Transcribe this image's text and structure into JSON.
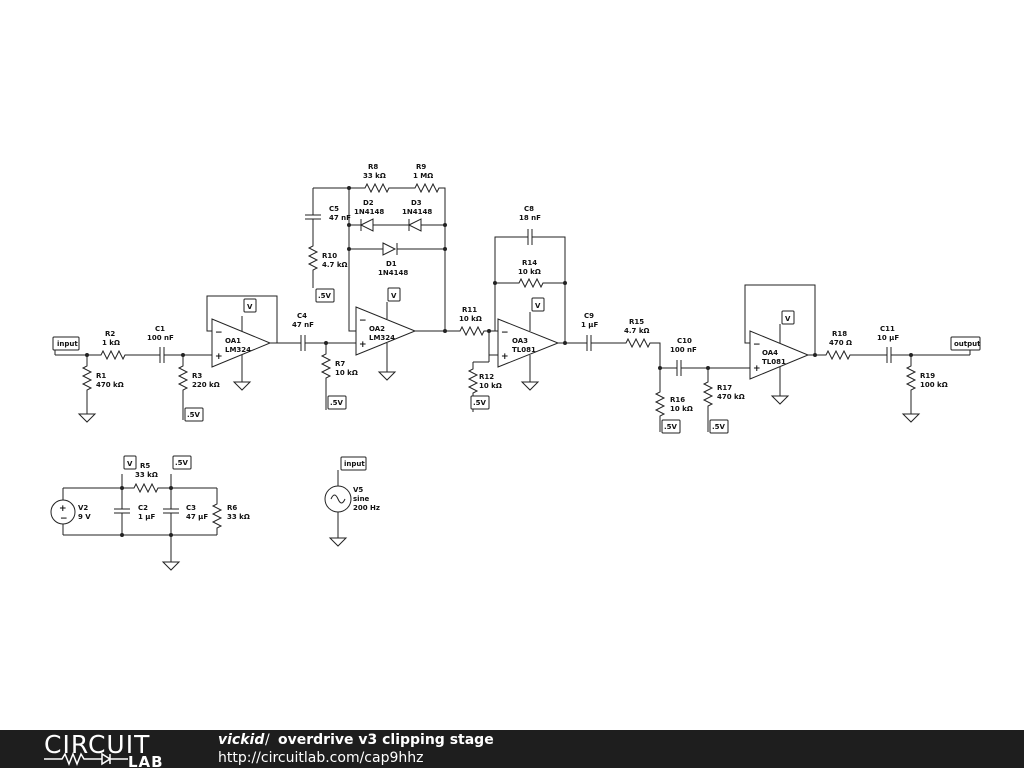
{
  "footer": {
    "logo_top": "CIRCUIT",
    "logo_bottom": "LAB",
    "author": "vickid",
    "separator": "/",
    "title": "overdrive v3 clipping stage",
    "url": "http://circuitlab.com/cap9hhz"
  },
  "flags": {
    "input": "input",
    "output": "output",
    "v": "V",
    "half_v": ".5V"
  },
  "components": {
    "R1": {
      "name": "R1",
      "value": "470 kΩ"
    },
    "R2": {
      "name": "R2",
      "value": "1 kΩ"
    },
    "R3": {
      "name": "R3",
      "value": "220 kΩ"
    },
    "R5": {
      "name": "R5",
      "value": "33 kΩ"
    },
    "R6": {
      "name": "R6",
      "value": "33 kΩ"
    },
    "R7": {
      "name": "R7",
      "value": "10 kΩ"
    },
    "R8": {
      "name": "R8",
      "value": "33 kΩ"
    },
    "R9": {
      "name": "R9",
      "value": "1 MΩ"
    },
    "R10": {
      "name": "R10",
      "value": "4.7 kΩ"
    },
    "R11": {
      "name": "R11",
      "value": "10 kΩ"
    },
    "R12": {
      "name": "R12",
      "value": "10 kΩ"
    },
    "R14": {
      "name": "R14",
      "value": "10 kΩ"
    },
    "R15": {
      "name": "R15",
      "value": "4.7 kΩ"
    },
    "R16": {
      "name": "R16",
      "value": "10 kΩ"
    },
    "R17": {
      "name": "R17",
      "value": "470 kΩ"
    },
    "R18": {
      "name": "R18",
      "value": "470 Ω"
    },
    "R19": {
      "name": "R19",
      "value": "100 kΩ"
    },
    "C1": {
      "name": "C1",
      "value": "100 nF"
    },
    "C2": {
      "name": "C2",
      "value": "1 µF"
    },
    "C3": {
      "name": "C3",
      "value": "47 µF"
    },
    "C4": {
      "name": "C4",
      "value": "47 nF"
    },
    "C5": {
      "name": "C5",
      "value": "47 nF"
    },
    "C8": {
      "name": "C8",
      "value": "18 nF"
    },
    "C9": {
      "name": "C9",
      "value": "1 µF"
    },
    "C10": {
      "name": "C10",
      "value": "100 nF"
    },
    "C11": {
      "name": "C11",
      "value": "10 µF"
    },
    "D1": {
      "name": "D1",
      "value": "1N4148"
    },
    "D2": {
      "name": "D2",
      "value": "1N4148"
    },
    "D3": {
      "name": "D3",
      "value": "1N4148"
    },
    "OA1": {
      "name": "OA1",
      "value": "LM324"
    },
    "OA2": {
      "name": "OA2",
      "value": "LM324"
    },
    "OA3": {
      "name": "OA3",
      "value": "TL081"
    },
    "OA4": {
      "name": "OA4",
      "value": "TL081"
    },
    "V2": {
      "name": "V2",
      "value": "9 V"
    },
    "V5": {
      "name": "V5",
      "value": "sine",
      "value2": "200 Hz"
    }
  }
}
